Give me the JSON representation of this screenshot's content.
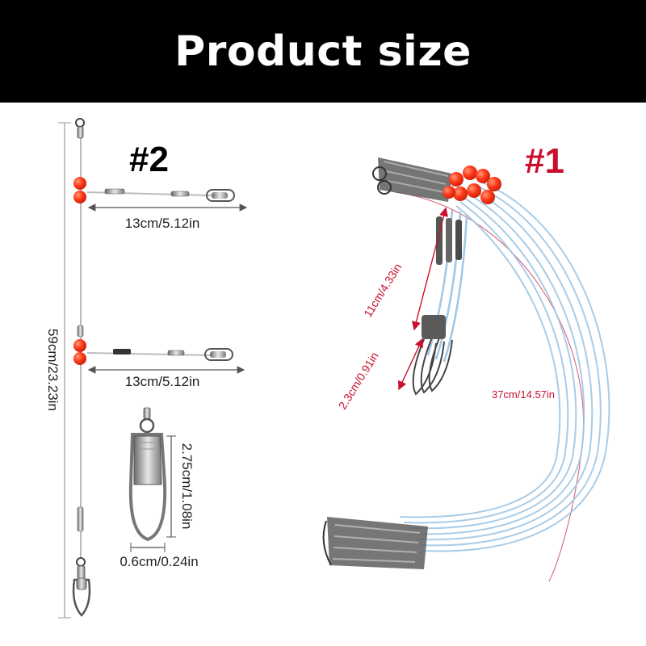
{
  "header": {
    "title": "Product size"
  },
  "variant2": {
    "tag": "#2",
    "total_length": "59cm/23.23in",
    "branch_top_length": "13cm/5.12in",
    "branch_bottom_length": "13cm/5.12in",
    "snap_length": "2.75cm/1.08in",
    "snap_width": "0.6cm/0.24in"
  },
  "variant1": {
    "tag": "#1",
    "leader_length": "37cm/14.57in",
    "sleeve_length": "11cm/4.33in",
    "snap_length": "2.3cm/0.91in"
  },
  "colors": {
    "header_bg": "#000000",
    "header_text": "#ffffff",
    "accent_red": "#c8102e",
    "bead": "#ff3b1a",
    "wire": "#9fc7e6",
    "metal": "#8a8a8a"
  }
}
